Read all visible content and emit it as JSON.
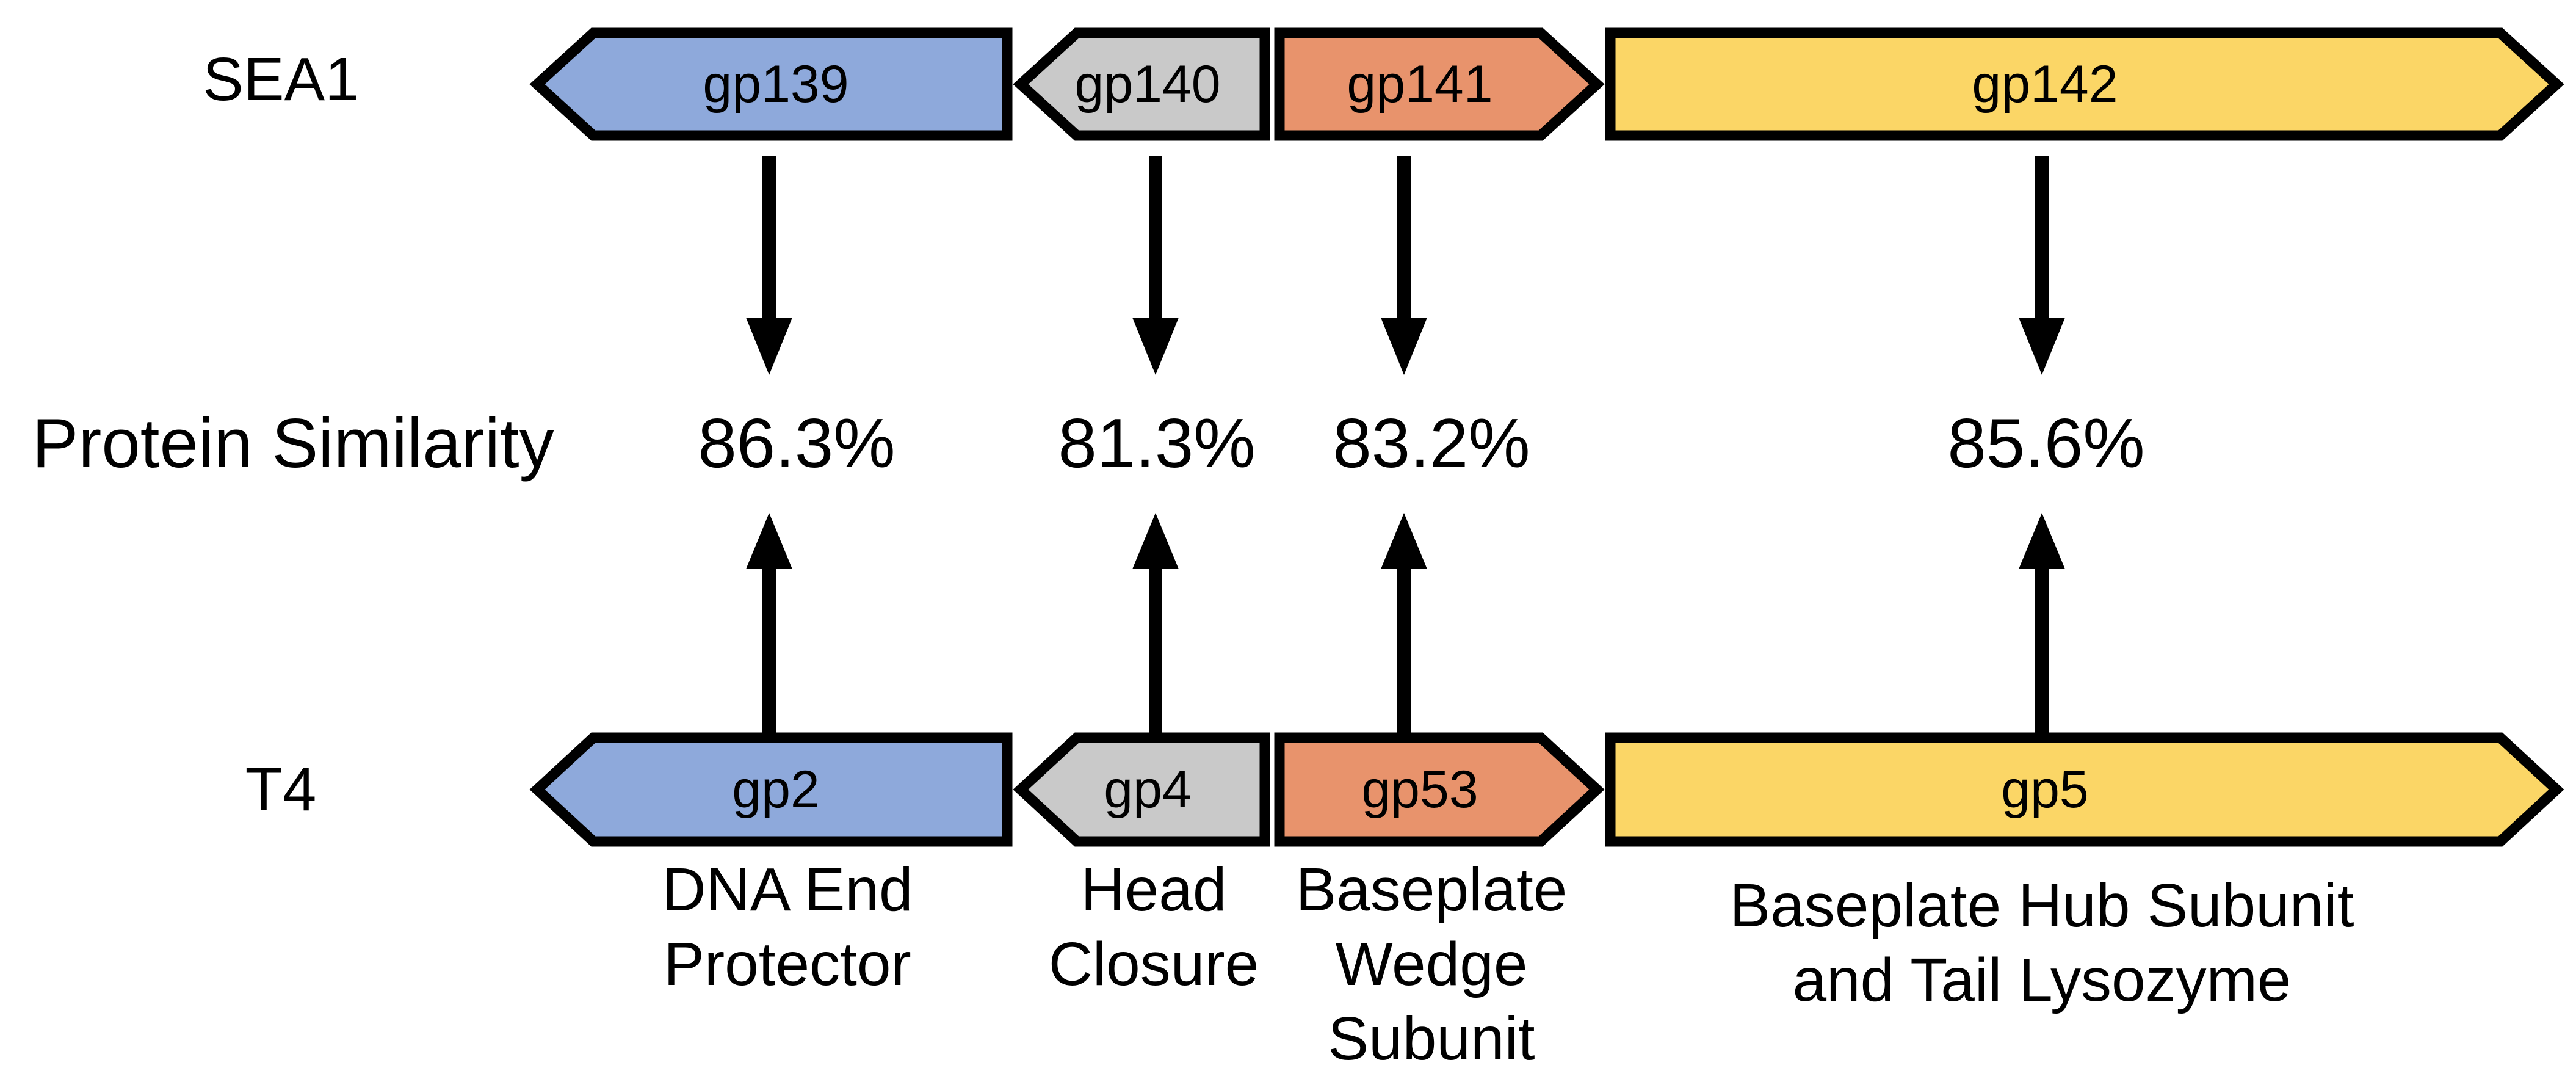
{
  "labels": {
    "top_row": "SEA1",
    "bottom_row": "T4",
    "middle": "Protein Similarity"
  },
  "colors": {
    "background": "#FFFFFF",
    "outline": "#000000",
    "arrow": "#000000",
    "text": "#000000",
    "blue": "#8EA9DB",
    "gray": "#C9C9C9",
    "orange": "#E8936C",
    "yellow": "#FBD666"
  },
  "pairs": [
    {
      "sea1_gene": "gp139",
      "t4_gene": "gp2",
      "similarity": "86.3%",
      "t4_function_lines": [
        "DNA End",
        "Protector"
      ],
      "color": "#8EA9DB",
      "direction": "left"
    },
    {
      "sea1_gene": "gp140",
      "t4_gene": "gp4",
      "similarity": "81.3%",
      "t4_function_lines": [
        "Head",
        "Closure"
      ],
      "color": "#C9C9C9",
      "direction": "left"
    },
    {
      "sea1_gene": "gp141",
      "t4_gene": "gp53",
      "similarity": "83.2%",
      "t4_function_lines": [
        "Baseplate",
        "Wedge",
        "Subunit"
      ],
      "color": "#E8936C",
      "direction": "right"
    },
    {
      "sea1_gene": "gp142",
      "t4_gene": "gp5",
      "similarity": "85.6%",
      "t4_function_lines": [
        "Baseplate Hub Subunit",
        "and Tail Lysozyme"
      ],
      "color": "#FBD666",
      "direction": "right"
    }
  ]
}
